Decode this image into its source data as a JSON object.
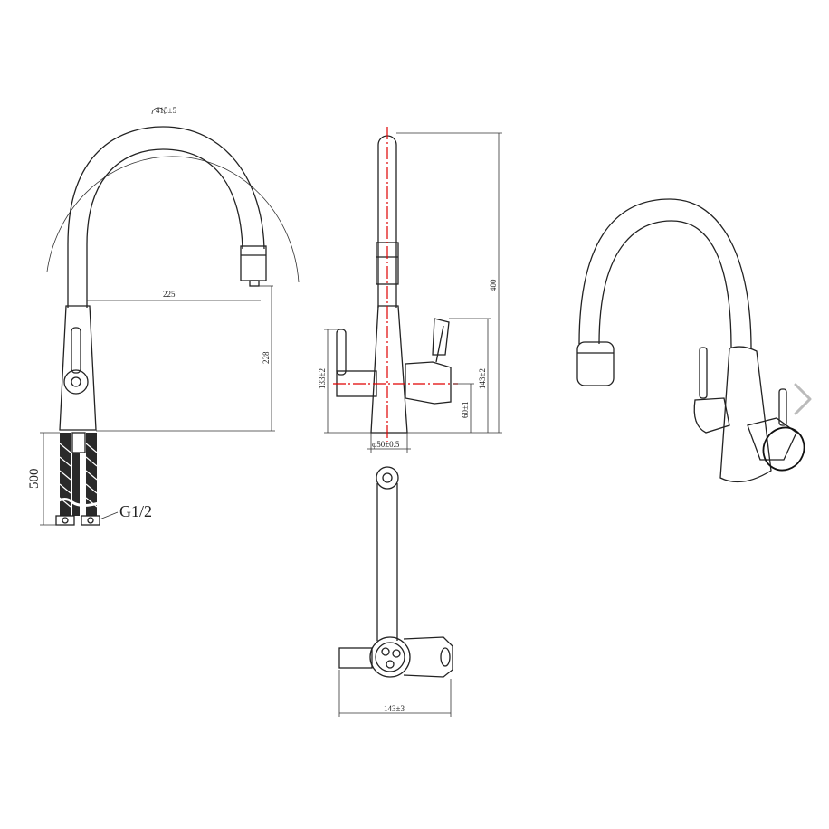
{
  "dimensions": {
    "arc_radius": "415±5",
    "reach": "225",
    "spout_height": "228",
    "hose_length": "500",
    "thread": "G1/2",
    "total_height": "400",
    "handle_height_left": "133±2",
    "handle_height_right": "143±2",
    "base_height": "60±1",
    "base_diameter": "φ50±0.5",
    "top_width": "143±3"
  },
  "icons": {
    "next": "chevron-right-icon"
  },
  "colors": {
    "lines": "#222222",
    "centerline": "#e00000",
    "background": "#ffffff"
  }
}
